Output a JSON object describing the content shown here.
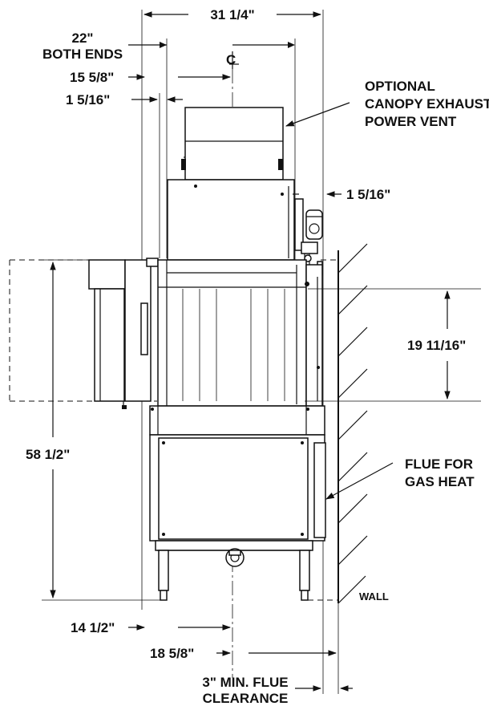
{
  "dimensions": {
    "overall_width": "31 1/4\"",
    "both_ends_value": "22\"",
    "both_ends_text": "BOTH ENDS",
    "centerline_left": "15 5/8\"",
    "left_offset": "1 5/16\"",
    "right_offset": "1 5/16\"",
    "opening_height": "19 11/16\"",
    "overall_height": "58 1/2\"",
    "bottom_left": "14 1/2\"",
    "bottom_right": "18 5/8\"",
    "clearance_line1": "3\" MIN. FLUE",
    "clearance_line2": "CLEARANCE"
  },
  "callouts": {
    "canopy_line1": "OPTIONAL",
    "canopy_line2": "CANOPY EXHAUST",
    "canopy_line3": "POWER VENT",
    "flue_line1": "FLUE FOR",
    "flue_line2": "GAS HEAT",
    "wall": "WALL"
  },
  "centerline_symbol": "CL"
}
